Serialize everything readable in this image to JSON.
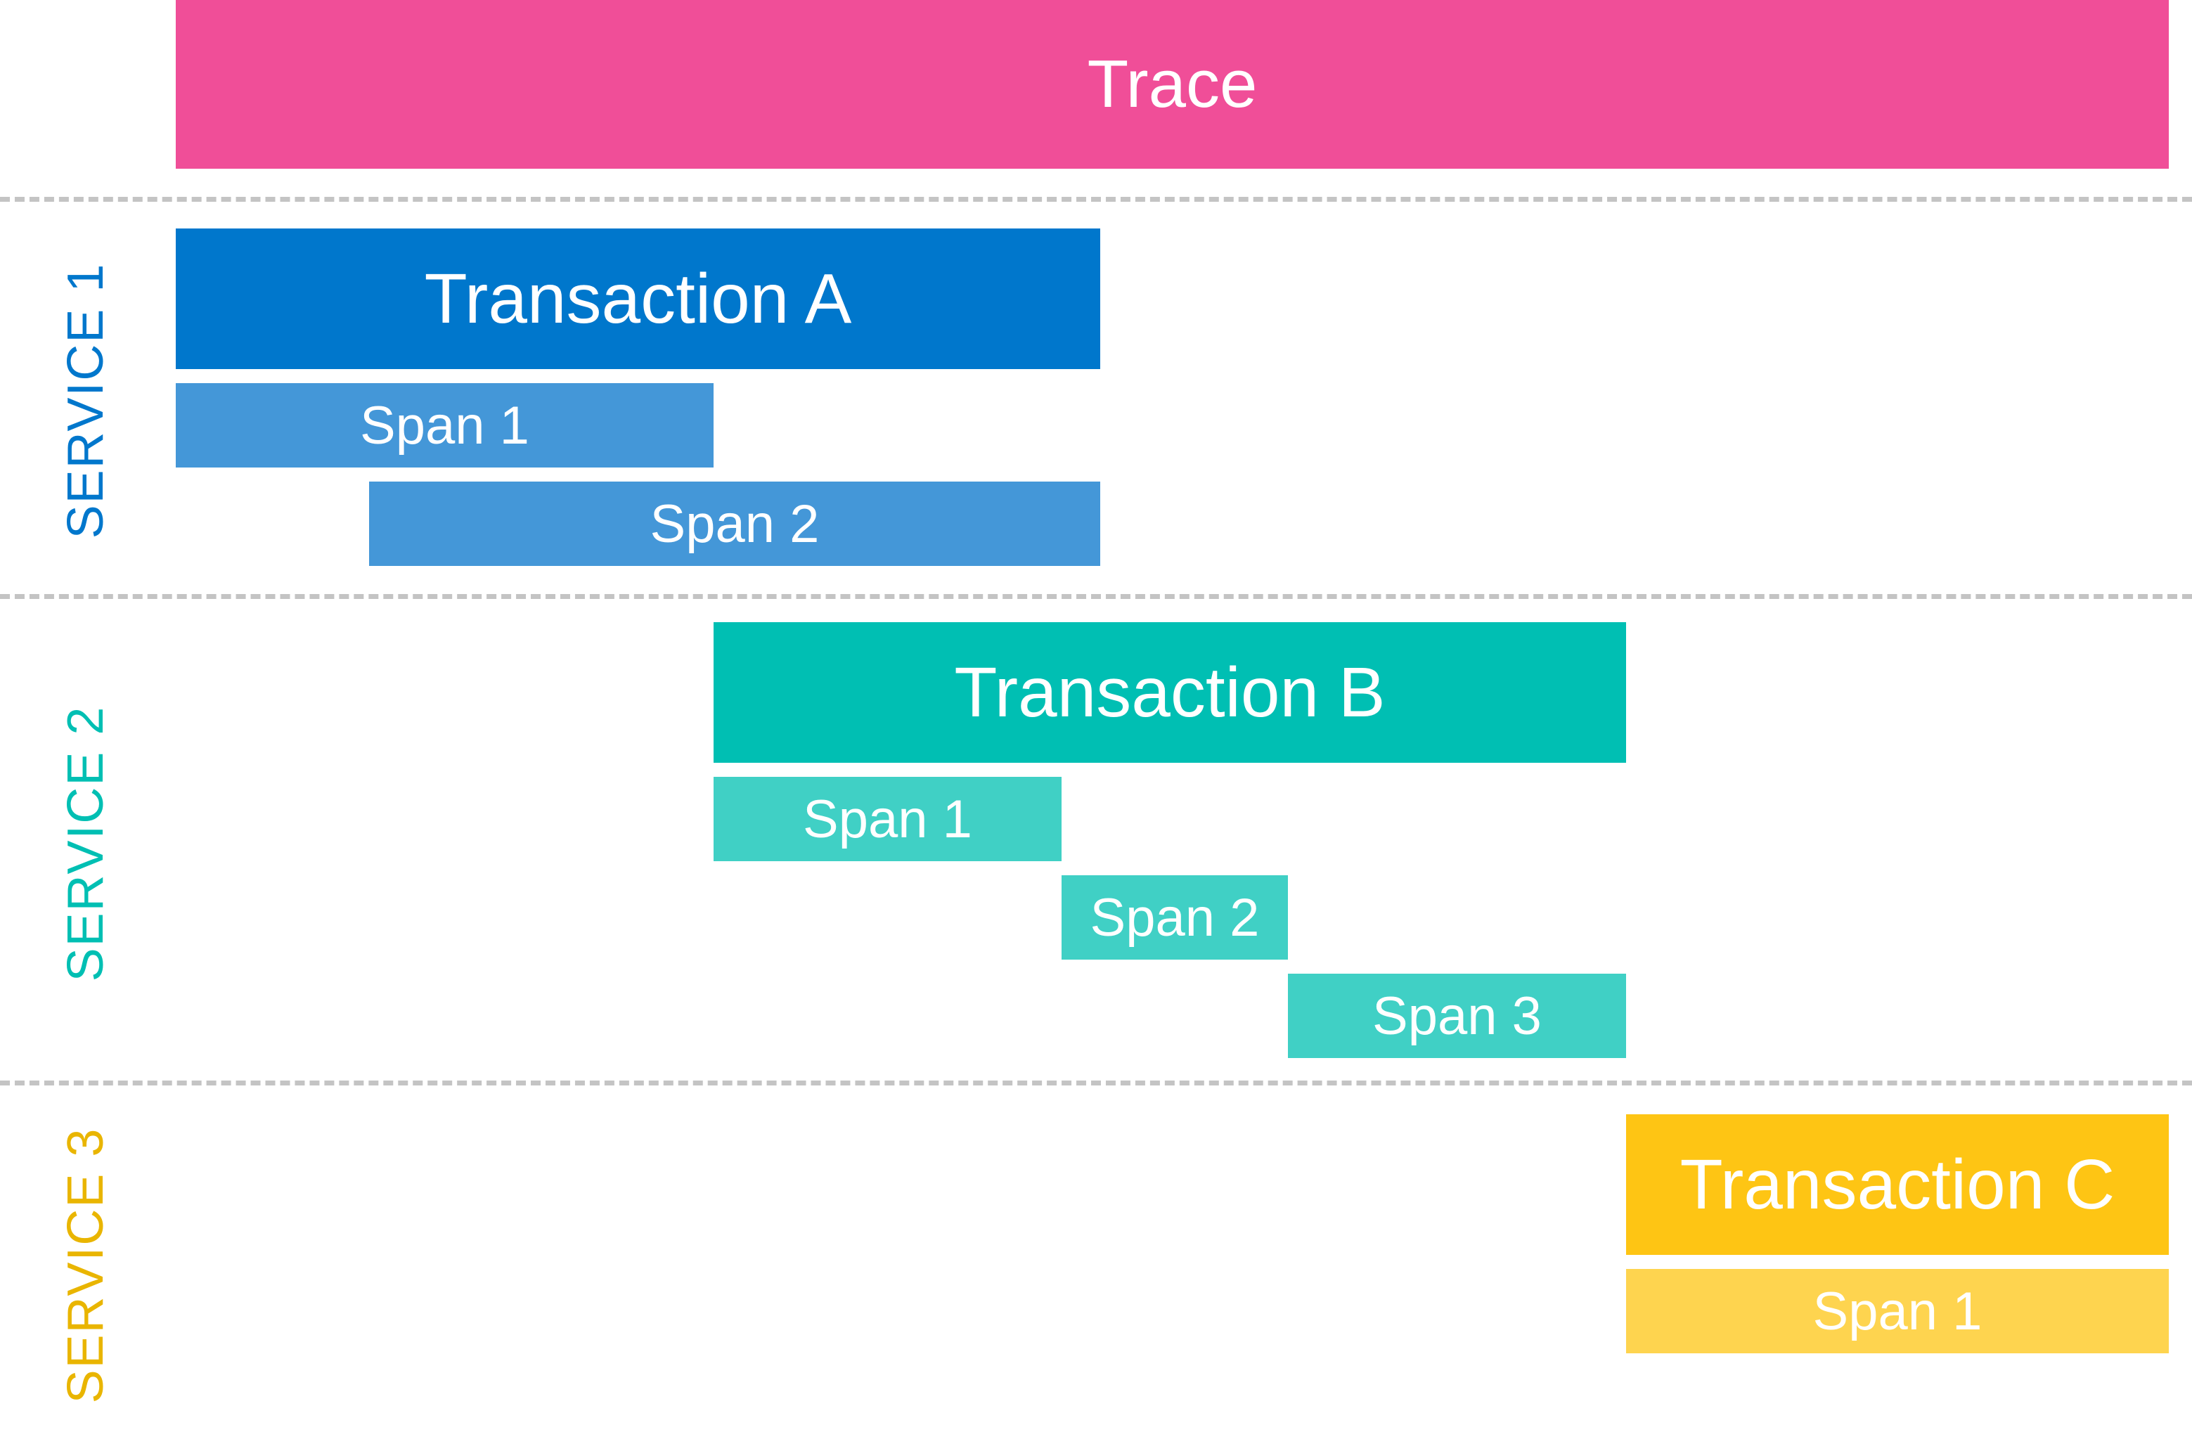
{
  "colors": {
    "trace": "#F04E98",
    "service1_transaction": "#0077CC",
    "service1_span": "#4497D8",
    "service2_transaction": "#00BFB3",
    "service2_span": "#40D0C5",
    "service3_transaction": "#FEC514",
    "service3_span": "#FED44F",
    "divider": "#C4C4C4"
  },
  "trace": {
    "label": "Trace"
  },
  "services": [
    {
      "label": "SERVICE 1",
      "transaction": {
        "label": "Transaction A"
      },
      "spans": [
        {
          "label": "Span 1"
        },
        {
          "label": "Span 2"
        }
      ]
    },
    {
      "label": "SERVICE 2",
      "transaction": {
        "label": "Transaction B"
      },
      "spans": [
        {
          "label": "Span 1"
        },
        {
          "label": "Span 2"
        },
        {
          "label": "Span 3"
        }
      ]
    },
    {
      "label": "SERVICE 3",
      "transaction": {
        "label": "Transaction C"
      },
      "spans": [
        {
          "label": "Span 1"
        }
      ]
    }
  ]
}
